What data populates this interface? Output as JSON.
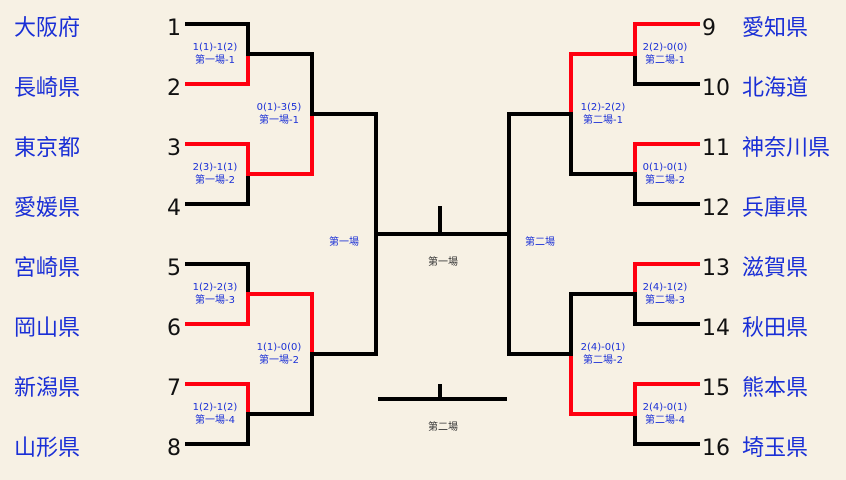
{
  "colors": {
    "winner_line": "#ff0010",
    "line": "#000000",
    "team_text": "#1a2fd6",
    "background": "#f7f1e4"
  },
  "left": {
    "teams": [
      {
        "seed": "1",
        "name": "大阪府"
      },
      {
        "seed": "2",
        "name": "長崎県"
      },
      {
        "seed": "3",
        "name": "東京都"
      },
      {
        "seed": "4",
        "name": "愛媛県"
      },
      {
        "seed": "5",
        "name": "宮崎県"
      },
      {
        "seed": "6",
        "name": "岡山県"
      },
      {
        "seed": "7",
        "name": "新潟県"
      },
      {
        "seed": "8",
        "name": "山形県"
      }
    ],
    "round1": [
      {
        "score": "1(1)-1(2)",
        "court": "第一場-1",
        "winner": 1
      },
      {
        "score": "2(3)-1(1)",
        "court": "第一場-2",
        "winner": 0
      },
      {
        "score": "1(2)-2(3)",
        "court": "第一場-3",
        "winner": 1
      },
      {
        "score": "1(2)-1(2)",
        "court": "第一場-4",
        "winner": 0
      }
    ],
    "round2": [
      {
        "score": "0(1)-3(5)",
        "court": "第一場-1",
        "winner": 1
      },
      {
        "score": "1(1)-0(0)",
        "court": "第一場-2",
        "winner": 0
      }
    ],
    "semifinal": {
      "court": "第一場",
      "winner": null
    }
  },
  "right": {
    "teams": [
      {
        "seed": "9",
        "name": "愛知県"
      },
      {
        "seed": "10",
        "name": "北海道"
      },
      {
        "seed": "11",
        "name": "神奈川県"
      },
      {
        "seed": "12",
        "name": "兵庫県"
      },
      {
        "seed": "13",
        "name": "滋賀県"
      },
      {
        "seed": "14",
        "name": "秋田県"
      },
      {
        "seed": "15",
        "name": "熊本県"
      },
      {
        "seed": "16",
        "name": "埼玉県"
      }
    ],
    "round1": [
      {
        "score": "2(2)-0(0)",
        "court": "第二場-1",
        "winner": 0
      },
      {
        "score": "0(1)-0(1)",
        "court": "第二場-2",
        "winner": 0
      },
      {
        "score": "2(4)-1(2)",
        "court": "第二場-3",
        "winner": 0
      },
      {
        "score": "2(4)-0(1)",
        "court": "第二場-4",
        "winner": 0
      }
    ],
    "round2": [
      {
        "score": "1(2)-2(2)",
        "court": "第二場-1",
        "winner": 0
      },
      {
        "score": "2(4)-0(1)",
        "court": "第二場-2",
        "winner": 1
      }
    ],
    "semifinal": {
      "court": "第二場",
      "winner": null
    }
  },
  "final": {
    "court": "第一場"
  },
  "third_place": {
    "court": "第二場"
  }
}
